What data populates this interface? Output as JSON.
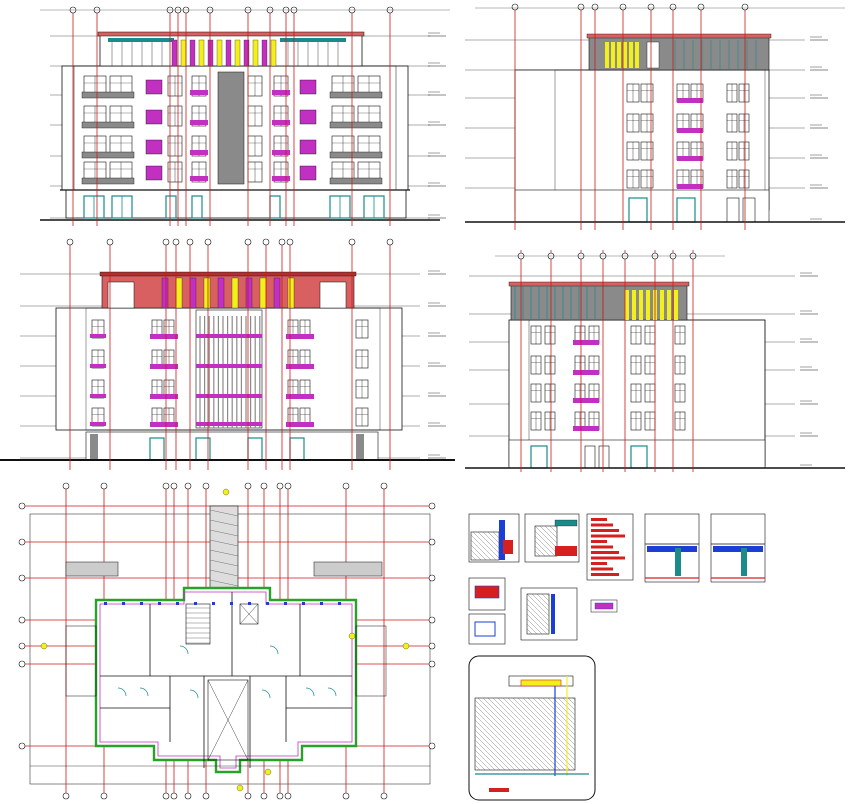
{
  "drawing": {
    "panels": [
      {
        "id": "front_elevation"
      },
      {
        "id": "side_elevation_1"
      },
      {
        "id": "rear_elevation"
      },
      {
        "id": "side_elevation_2"
      },
      {
        "id": "floor_plan"
      },
      {
        "id": "construction_details"
      }
    ],
    "colors": {
      "grid_line": "#cc1a1a",
      "outline": "#111111",
      "magenta": "#c230c2",
      "yellow": "#f2ef1a",
      "teal": "#1a8a8a",
      "grey_fill": "#8a8a8a",
      "green": "#27a327",
      "blue": "#1a3fd6",
      "hatch": "#555555"
    }
  }
}
